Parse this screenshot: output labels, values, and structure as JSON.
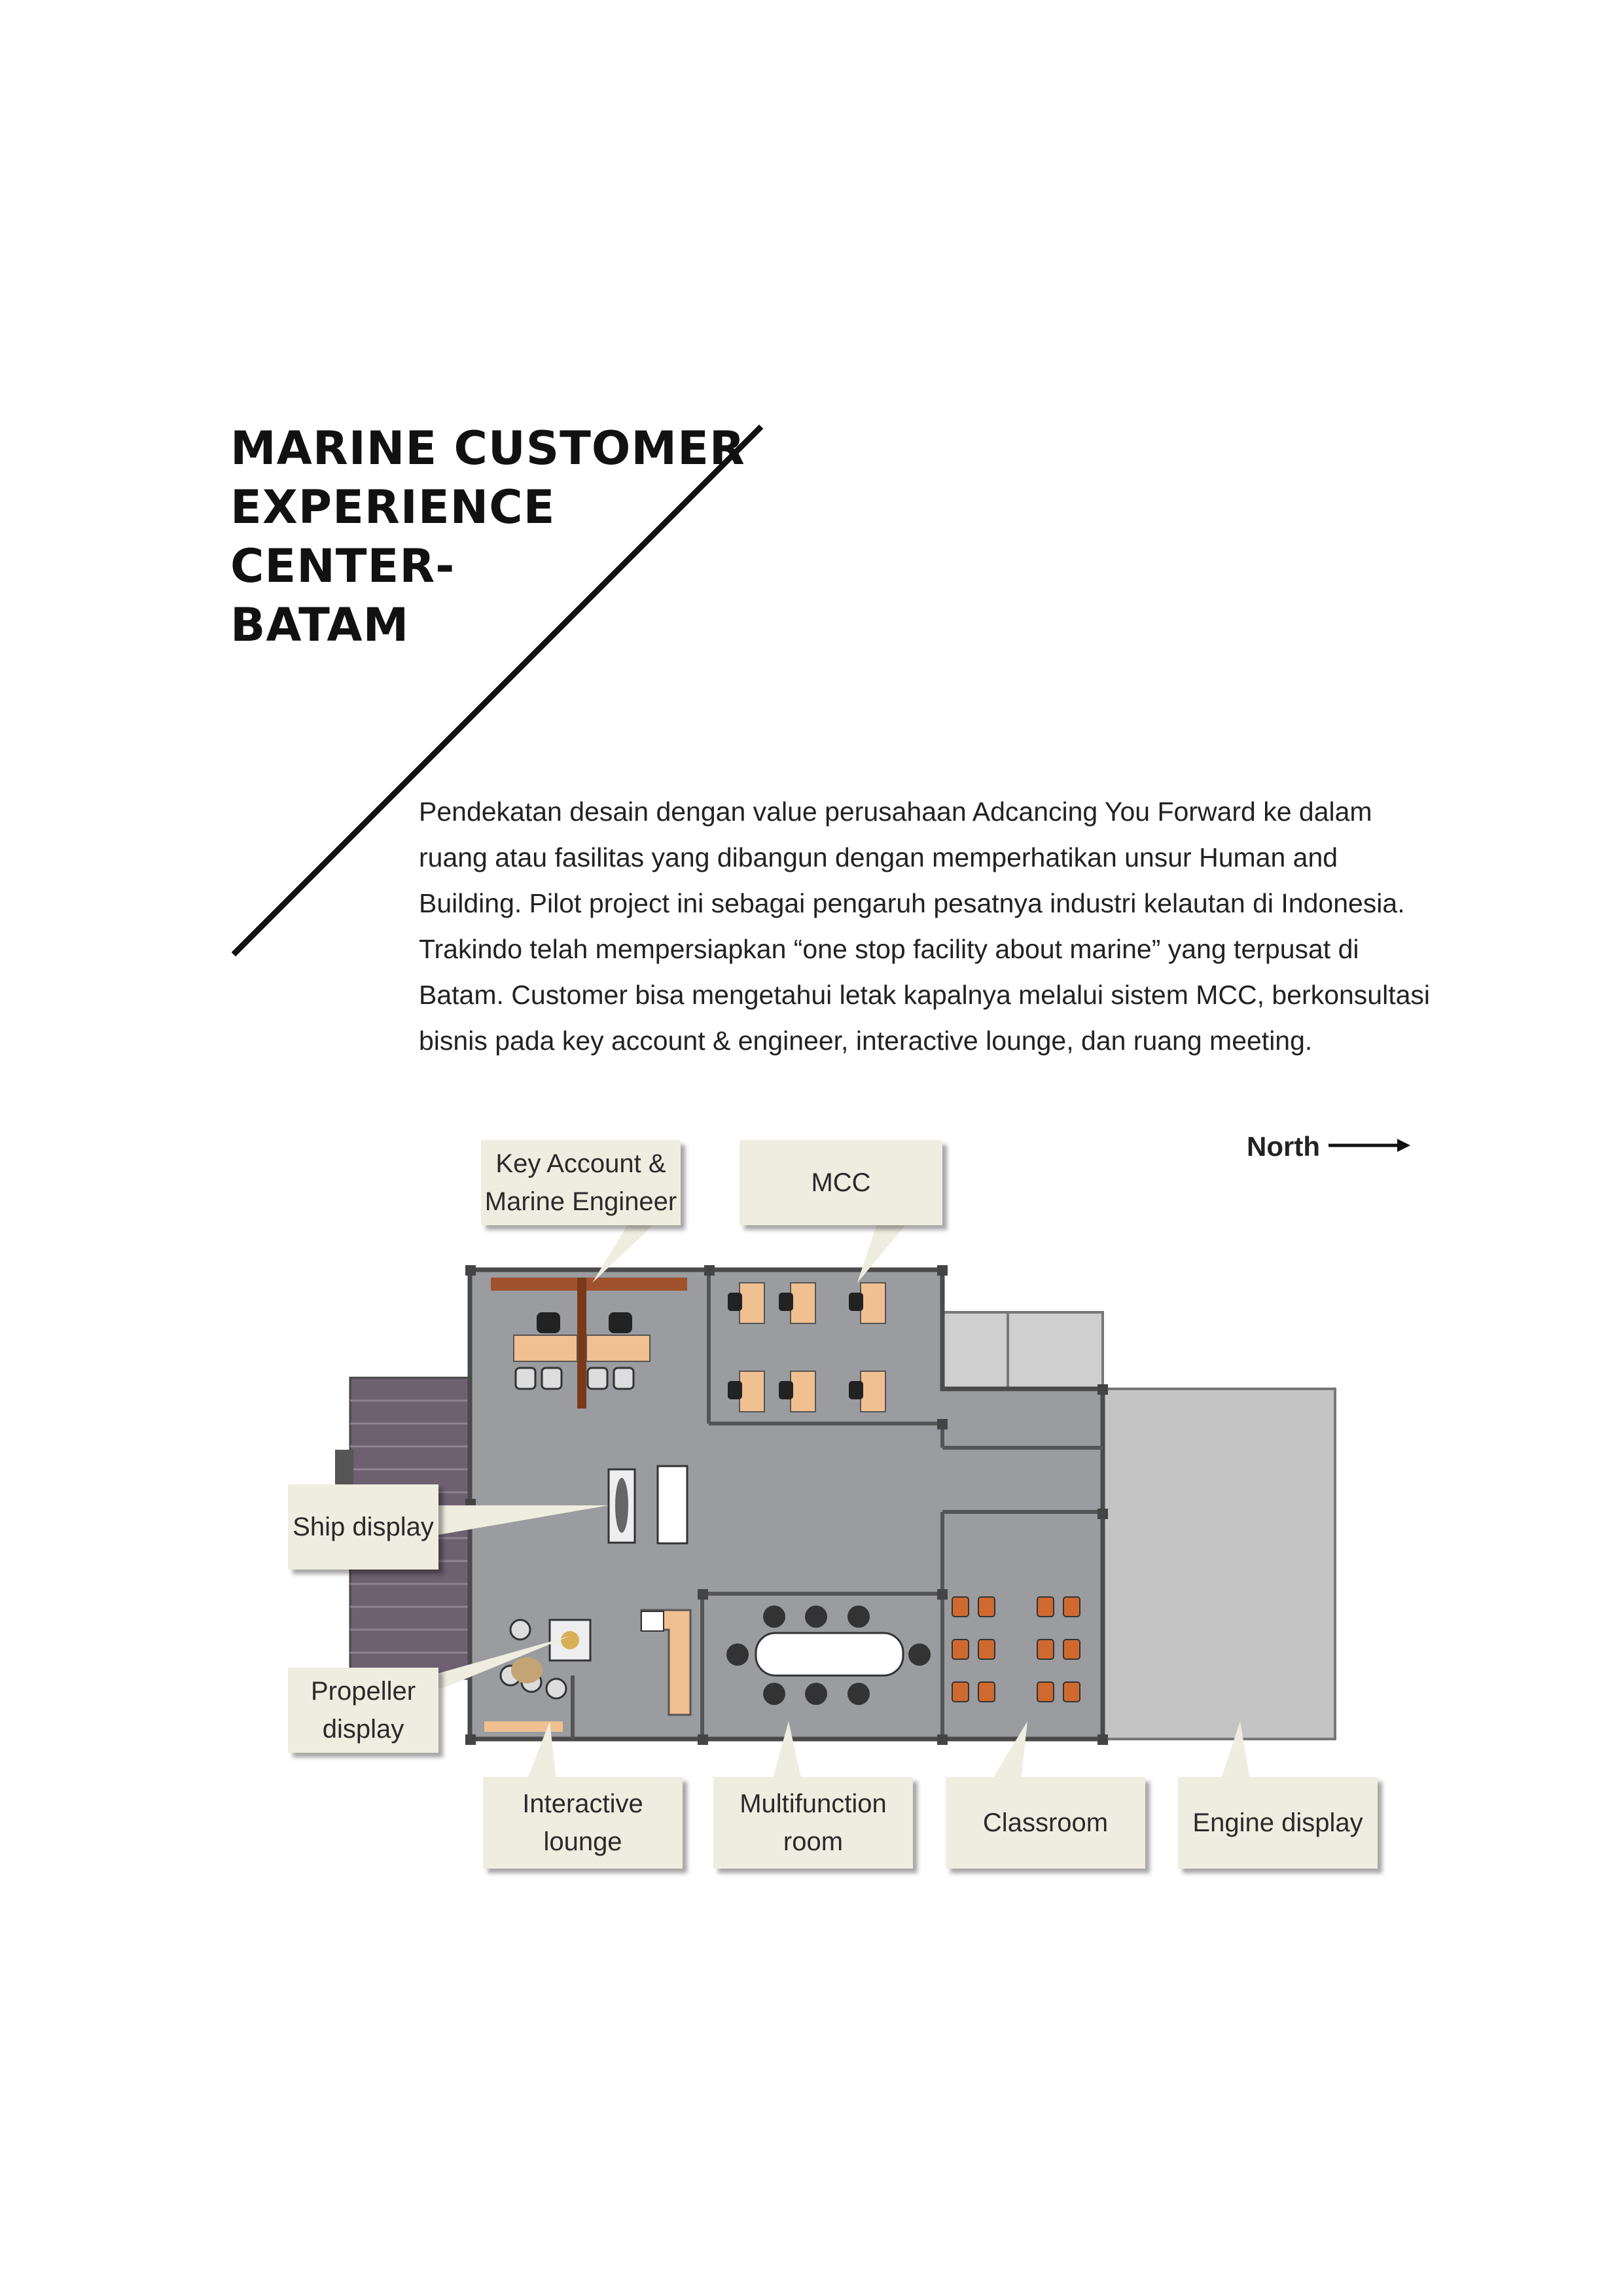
{
  "title": {
    "lines": [
      "Marine Customer",
      "Experience",
      "Center-",
      "Batam"
    ]
  },
  "description": {
    "lines": [
      "Pendekatan desain dengan value perusahaan Adcancing You Forward ke dalam",
      "ruang atau fasilitas yang dibangun dengan memperhatikan unsur Human and",
      "Building. Pilot project ini sebagai pengaruh pesatnya industri kelautan di Indonesia.",
      "Trakindo telah mempersiapkan “one stop facility about marine” yang terpusat di",
      "Batam. Customer bisa mengetahui letak kapalnya melalui sistem MCC, berkonsultasi",
      "bisnis pada key account & engineer, interactive lounge, dan ruang meeting."
    ]
  },
  "floor_plan": {
    "north_label": "North",
    "colors": {
      "floor": "#9a9c9f",
      "wall": "#555555",
      "annex": "#c4c4c4",
      "stair": "#6e6070",
      "desk": "#f0c090",
      "wood": "#a0522d",
      "chair_orange": "#d0692f",
      "callout_bg": "#efede0"
    },
    "callouts": {
      "key_account": [
        "Key Account &",
        "Marine Engineer"
      ],
      "mcc": [
        "MCC"
      ],
      "ship_display": [
        "Ship display"
      ],
      "propeller_display": [
        "Propeller",
        "display"
      ],
      "interactive_lounge": [
        "Interactive",
        "lounge"
      ],
      "multifunction_room": [
        "Multifunction",
        "room"
      ],
      "classroom": [
        "Classroom"
      ],
      "engine_display": [
        "Engine display"
      ]
    }
  }
}
